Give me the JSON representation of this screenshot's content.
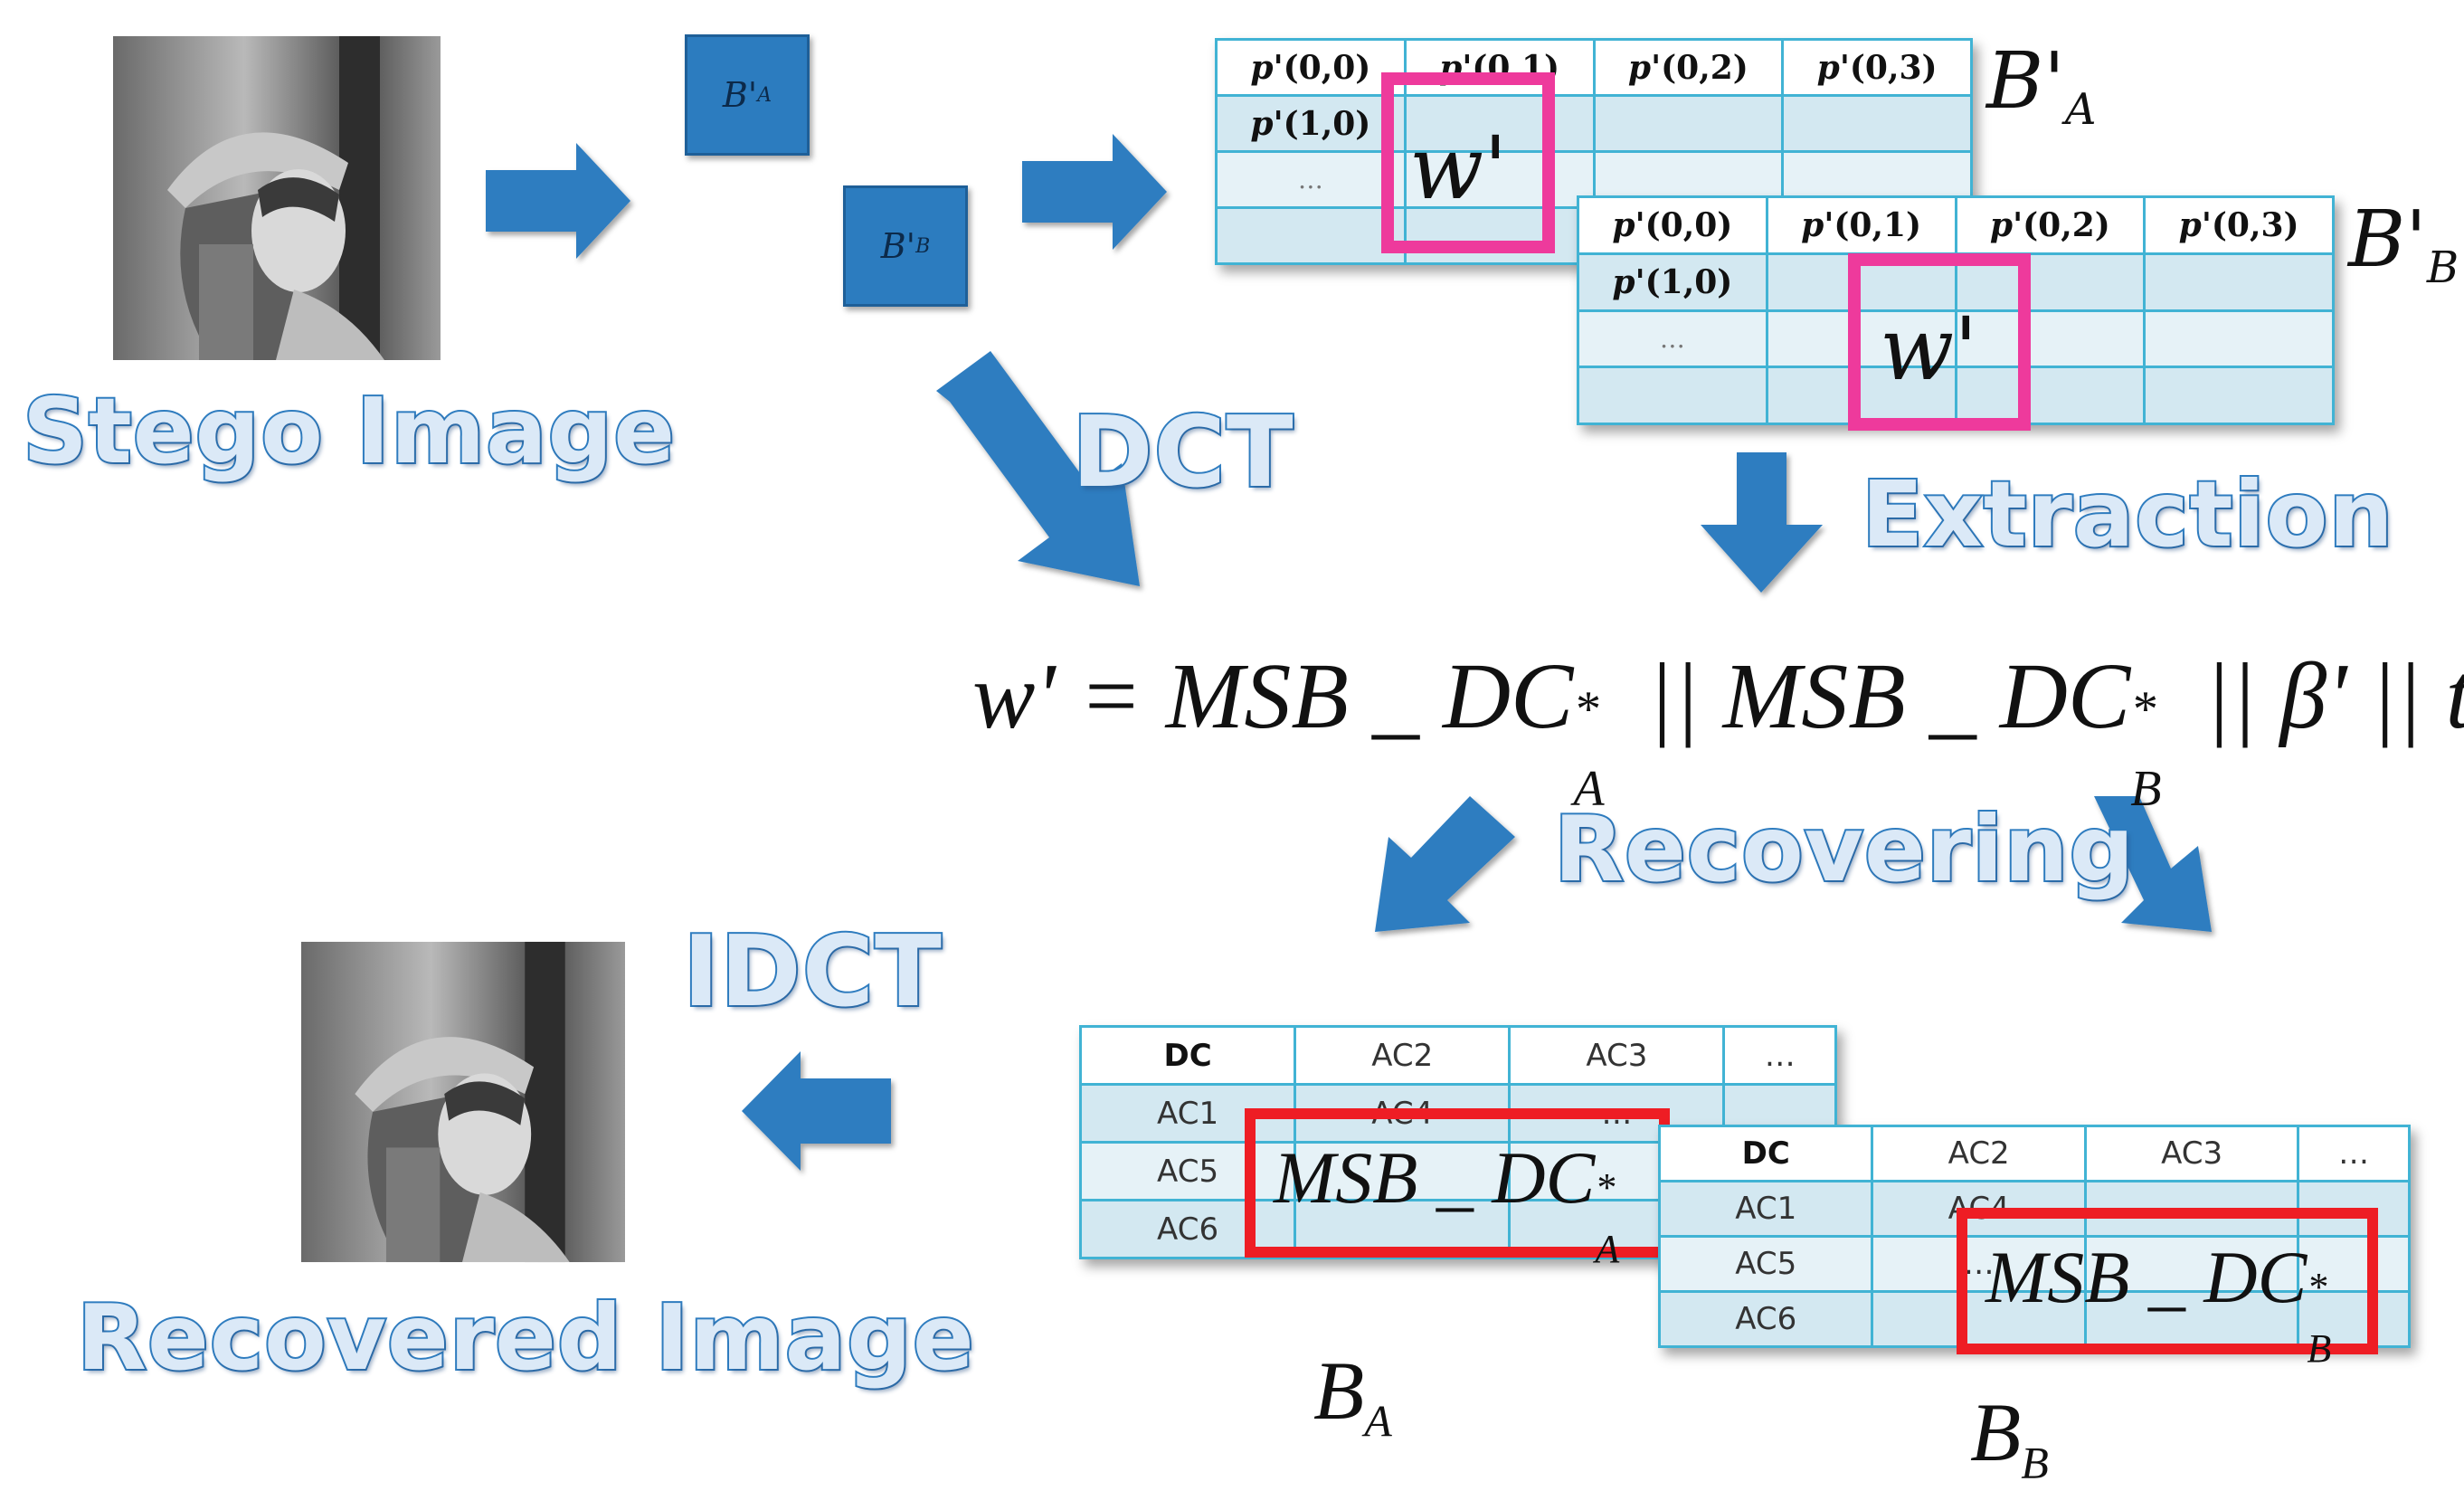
{
  "labels": {
    "stego_image": "Stego Image",
    "recovered_image": "Recovered Image",
    "dct": "DCT",
    "idct": "IDCT",
    "extraction": "Extraction",
    "recovering": "Recovering"
  },
  "blocks": {
    "a": {
      "base": "B'",
      "sub": "A"
    },
    "b": {
      "base": "B'",
      "sub": "B"
    }
  },
  "table_a": {
    "label_base": "B'",
    "label_sub": "A",
    "row0": [
      "(0,0)",
      "(0,1)",
      "(0,2)",
      "(0,3)"
    ],
    "row1_first": "(1,0)",
    "ellipsis": "…",
    "highlight": "w'"
  },
  "table_b": {
    "label_base": "B'",
    "label_sub": "B",
    "row0": [
      "(0,0)",
      "(0,1)",
      "(0,2)",
      "(0,3)"
    ],
    "row1_first": "(1,0)",
    "ellipsis": "…",
    "highlight": "w'"
  },
  "p_prefix": "p'",
  "formula": {
    "lhs": "w' = MSB _ DC",
    "sup1": "*",
    "sub1": "A",
    "mid": " || MSB _ DC",
    "sup2": "*",
    "sub2": "B",
    "rhs": " || β' || t'"
  },
  "coeff_a": {
    "headers": [
      "DC",
      "AC2",
      "AC3",
      "…"
    ],
    "rows": [
      "AC1",
      "AC5",
      "AC6"
    ],
    "cell_r1c1": "AC4",
    "cell_r1c2": "…",
    "highlight_base": "MSB _ DC",
    "highlight_sup": "*",
    "highlight_sub": "A",
    "label_base": "B",
    "label_sub": "A"
  },
  "coeff_b": {
    "headers": [
      "DC",
      "AC2",
      "AC3",
      "…"
    ],
    "rows": [
      "AC1",
      "AC5",
      "AC6"
    ],
    "cell_r1c1": "AC4",
    "cell_r2c1": "…",
    "highlight_base": "MSB _ DC",
    "highlight_sup": "*",
    "highlight_sub": "B",
    "label_base": "B",
    "label_sub": "B"
  },
  "colors": {
    "arrow": "#2f7dc0",
    "label_fill": "#dbe9f7",
    "label_stroke": "#2f7dc0",
    "grid_border": "#41b3d4",
    "grid_fill": "#d6ebf3",
    "pink_highlight": "#ee3a9c",
    "red_highlight": "#ee1d24",
    "block": "#2c7cbf"
  }
}
